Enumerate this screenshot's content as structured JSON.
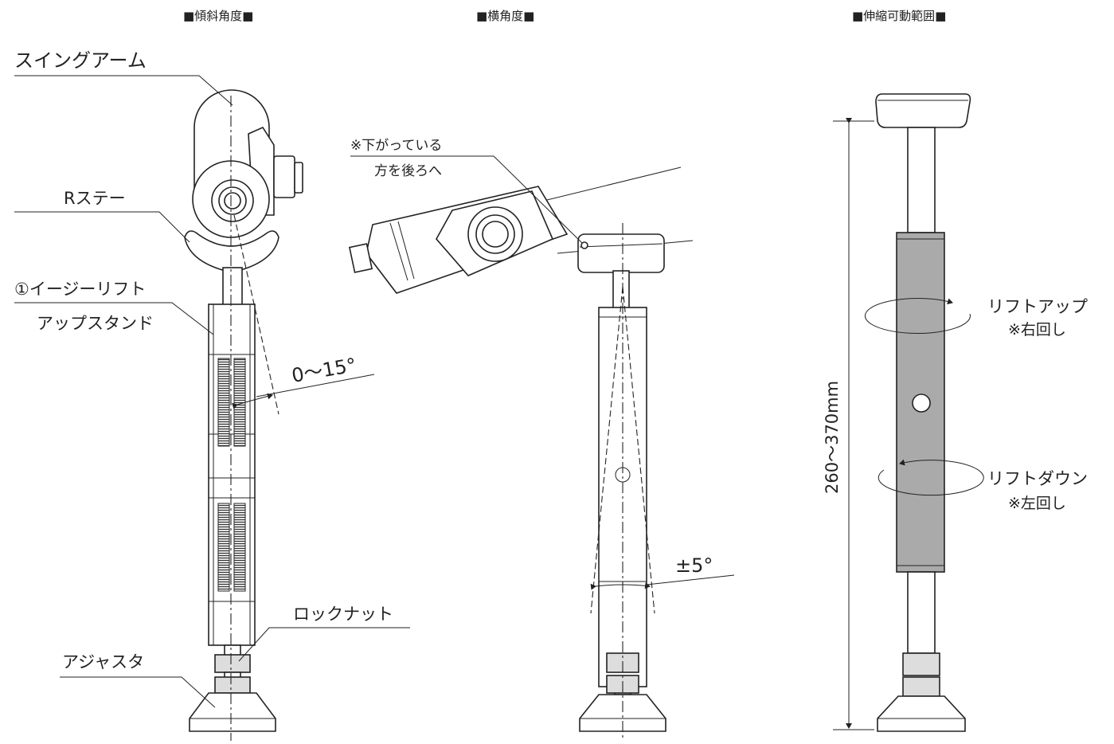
{
  "titles": {
    "tilt": "■傾斜角度■",
    "side": "■横角度■",
    "range": "■伸縮可動範囲■"
  },
  "labels": {
    "swing_arm": "スイングアーム",
    "r_stay": "Rステー",
    "easy_lift_1": "①イージーリフト",
    "easy_lift_2": "アップスタンド",
    "tilt_angle": "0～15°",
    "lock_nut": "ロックナット",
    "adjuster": "アジャスタ",
    "note_1": "※下がっている",
    "note_2": "方を後ろへ",
    "side_angle": "±5°",
    "lift_up": "リフトアップ",
    "lift_up_note": "※右回し",
    "lift_down": "リフトダウン",
    "lift_down_note": "※左回し",
    "length_range": "260～370mm"
  }
}
